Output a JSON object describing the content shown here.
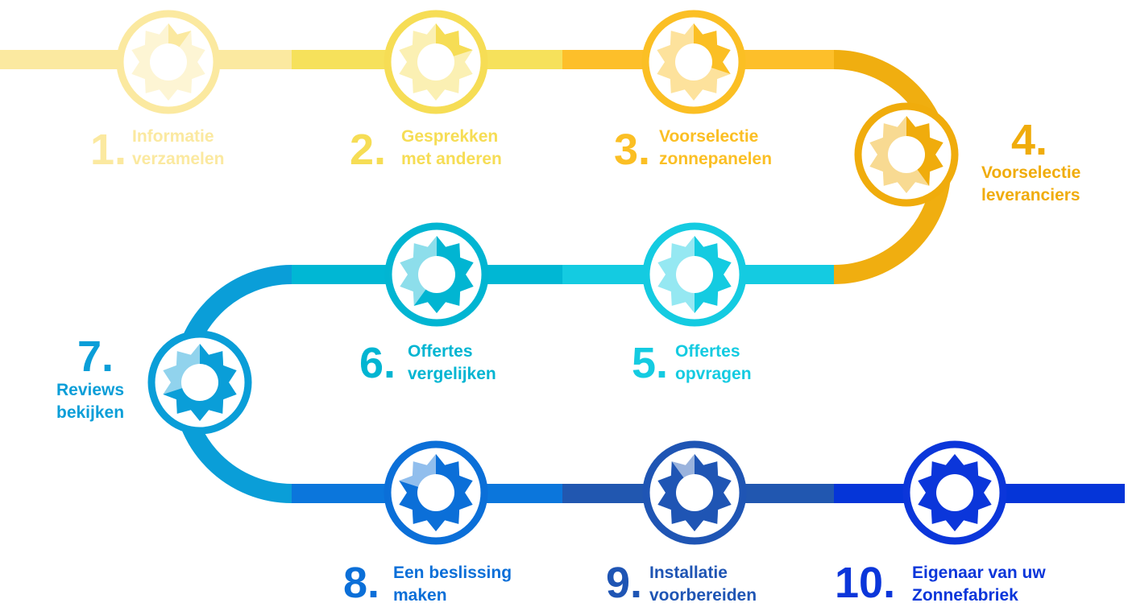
{
  "steps": [
    {
      "number": "1.",
      "lines": [
        "Informatie",
        "verzamelen"
      ],
      "color": "#fbe9a0"
    },
    {
      "number": "2.",
      "lines": [
        "Gesprekken",
        "met anderen"
      ],
      "color": "#f6dd55"
    },
    {
      "number": "3.",
      "lines": [
        "Voorselectie",
        "zonnepanelen"
      ],
      "color": "#fbbf24"
    },
    {
      "number": "4.",
      "lines": [
        "Voorselectie",
        "leveranciers"
      ],
      "color": "#f0ac0c"
    },
    {
      "number": "5.",
      "lines": [
        "Offertes",
        "opvragen"
      ],
      "color": "#14cbe1"
    },
    {
      "number": "6.",
      "lines": [
        "Offertes",
        "vergelijken"
      ],
      "color": "#01b5d2"
    },
    {
      "number": "7.",
      "lines": [
        "Reviews",
        "bekijken"
      ],
      "color": "#0a9ed8"
    },
    {
      "number": "8.",
      "lines": [
        "Een beslissing",
        "maken"
      ],
      "color": "#0b6fd8"
    },
    {
      "number": "9.",
      "lines": [
        "Installatie",
        "voorbereiden"
      ],
      "color": "#1f55b4"
    },
    {
      "number": "10.",
      "lines": [
        "Eigenaar van uw",
        "Zonnefabriek"
      ],
      "color": "#0b36da"
    }
  ],
  "path_colors": [
    "#fbe9a0",
    "#f6e15b",
    "#fdbf2a",
    "#f0ae10",
    "#14cbe1",
    "#00b7d4",
    "#0a9ed8",
    "#0b76dc",
    "#2157b0",
    "#0535d8"
  ]
}
